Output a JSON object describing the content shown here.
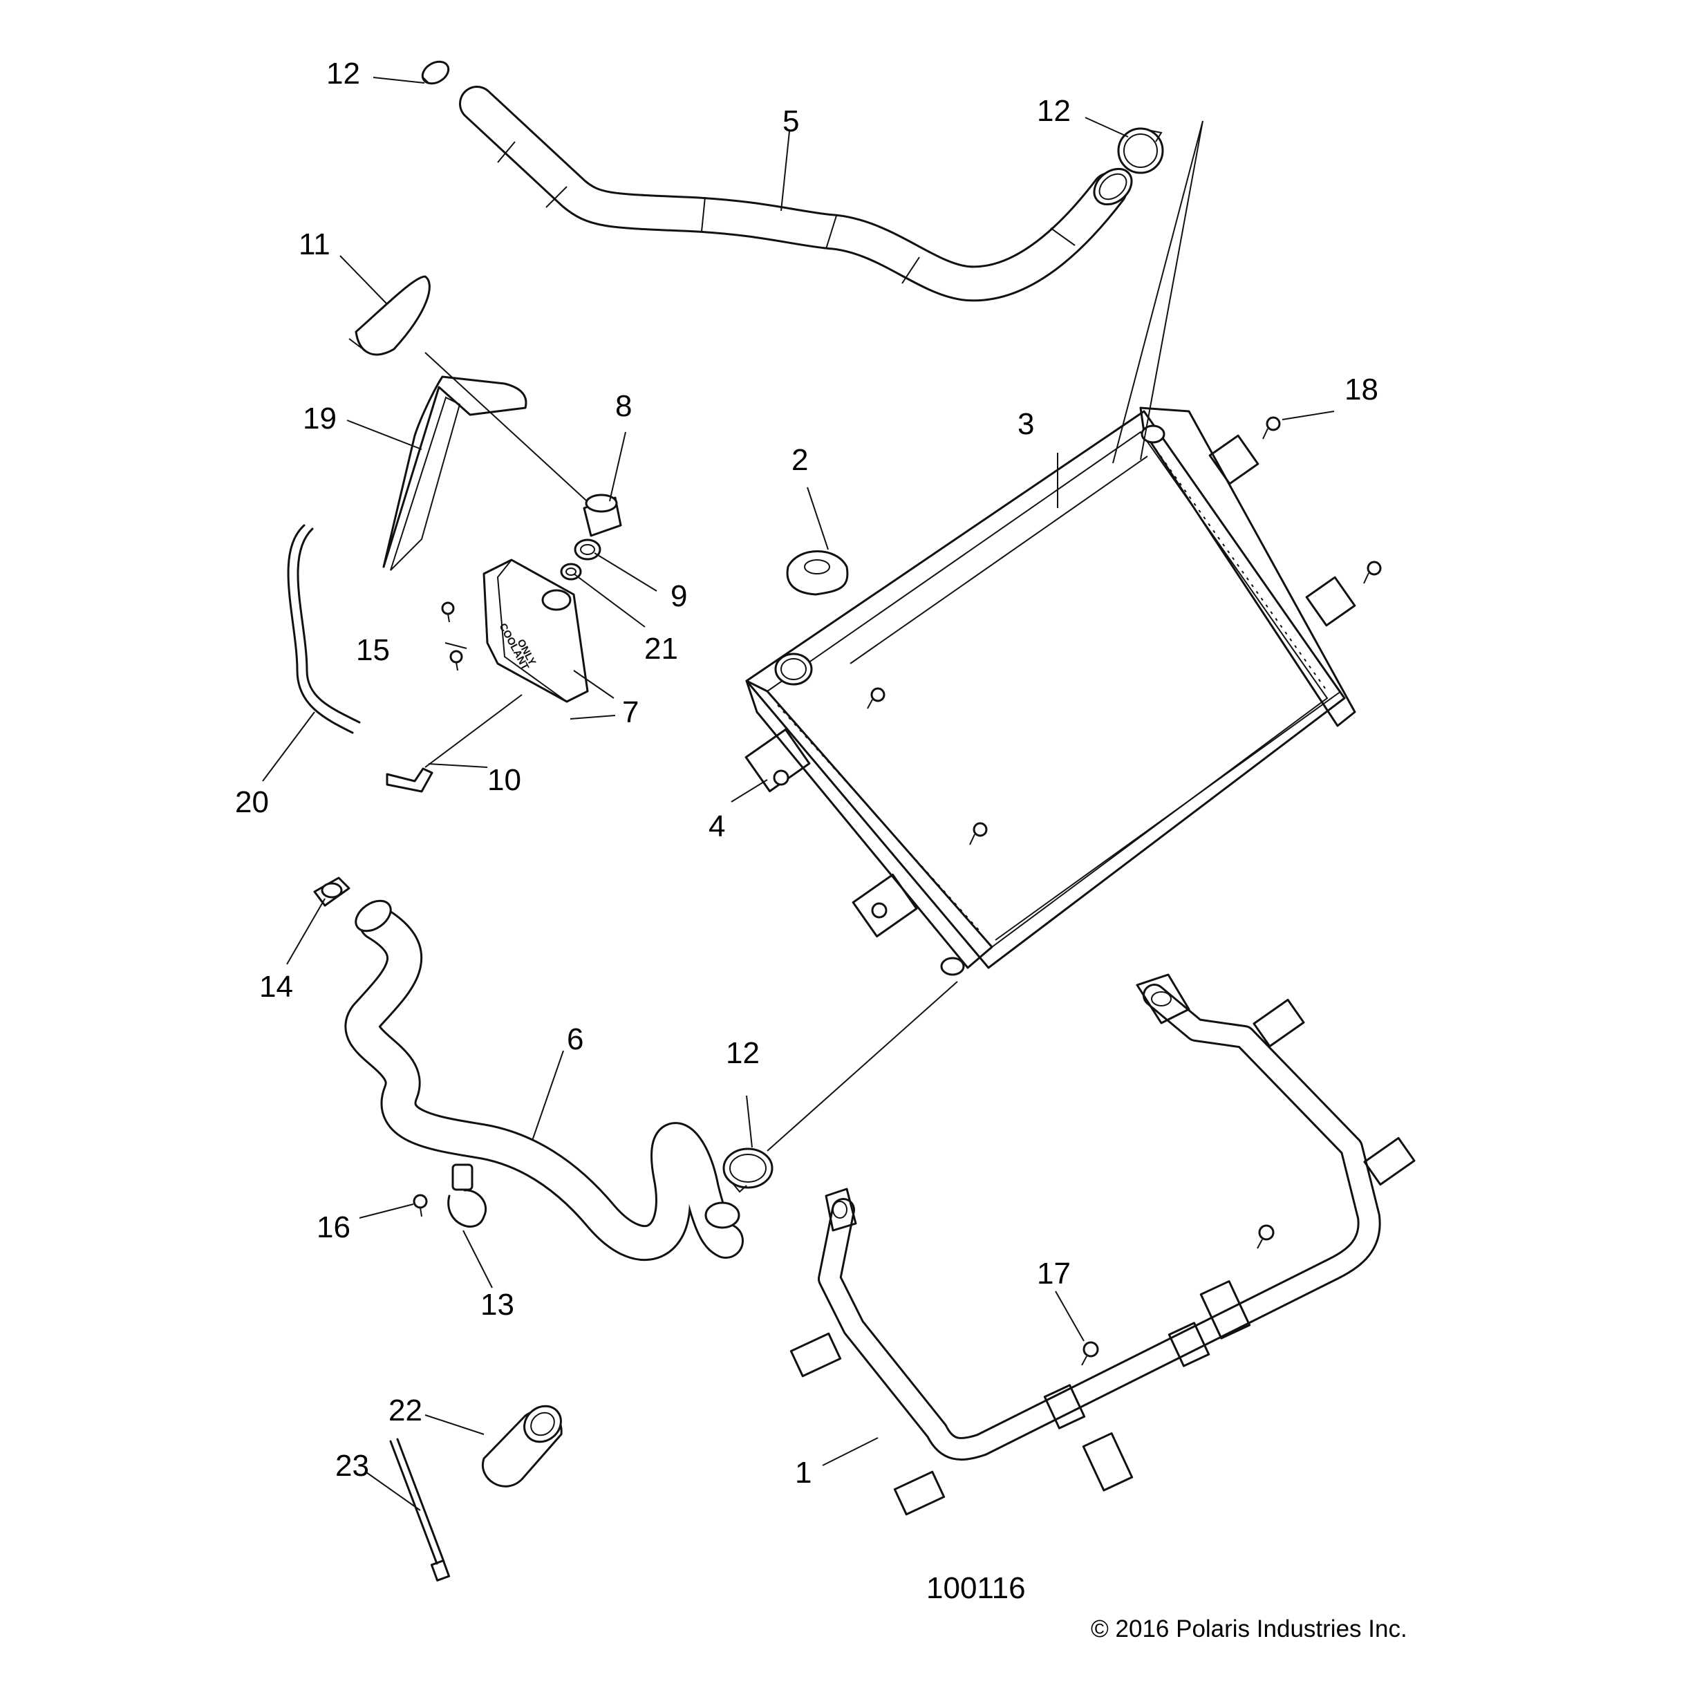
{
  "figure_number": "100116",
  "copyright": "© 2016 Polaris Industries Inc.",
  "tank_text": [
    "COOLANT",
    "ONLY"
  ],
  "callouts": {
    "c1": "1",
    "c2": "2",
    "c3": "3",
    "c4": "4",
    "c5": "5",
    "c6": "6",
    "c7": "7",
    "c8": "8",
    "c9": "9",
    "c10": "10",
    "c11": "11",
    "c12a": "12",
    "c12b": "12",
    "c12c": "12",
    "c13": "13",
    "c14": "14",
    "c15": "15",
    "c16": "16",
    "c17": "17",
    "c18": "18",
    "c19": "19",
    "c20": "20",
    "c21": "21",
    "c22": "22",
    "c23": "23"
  }
}
